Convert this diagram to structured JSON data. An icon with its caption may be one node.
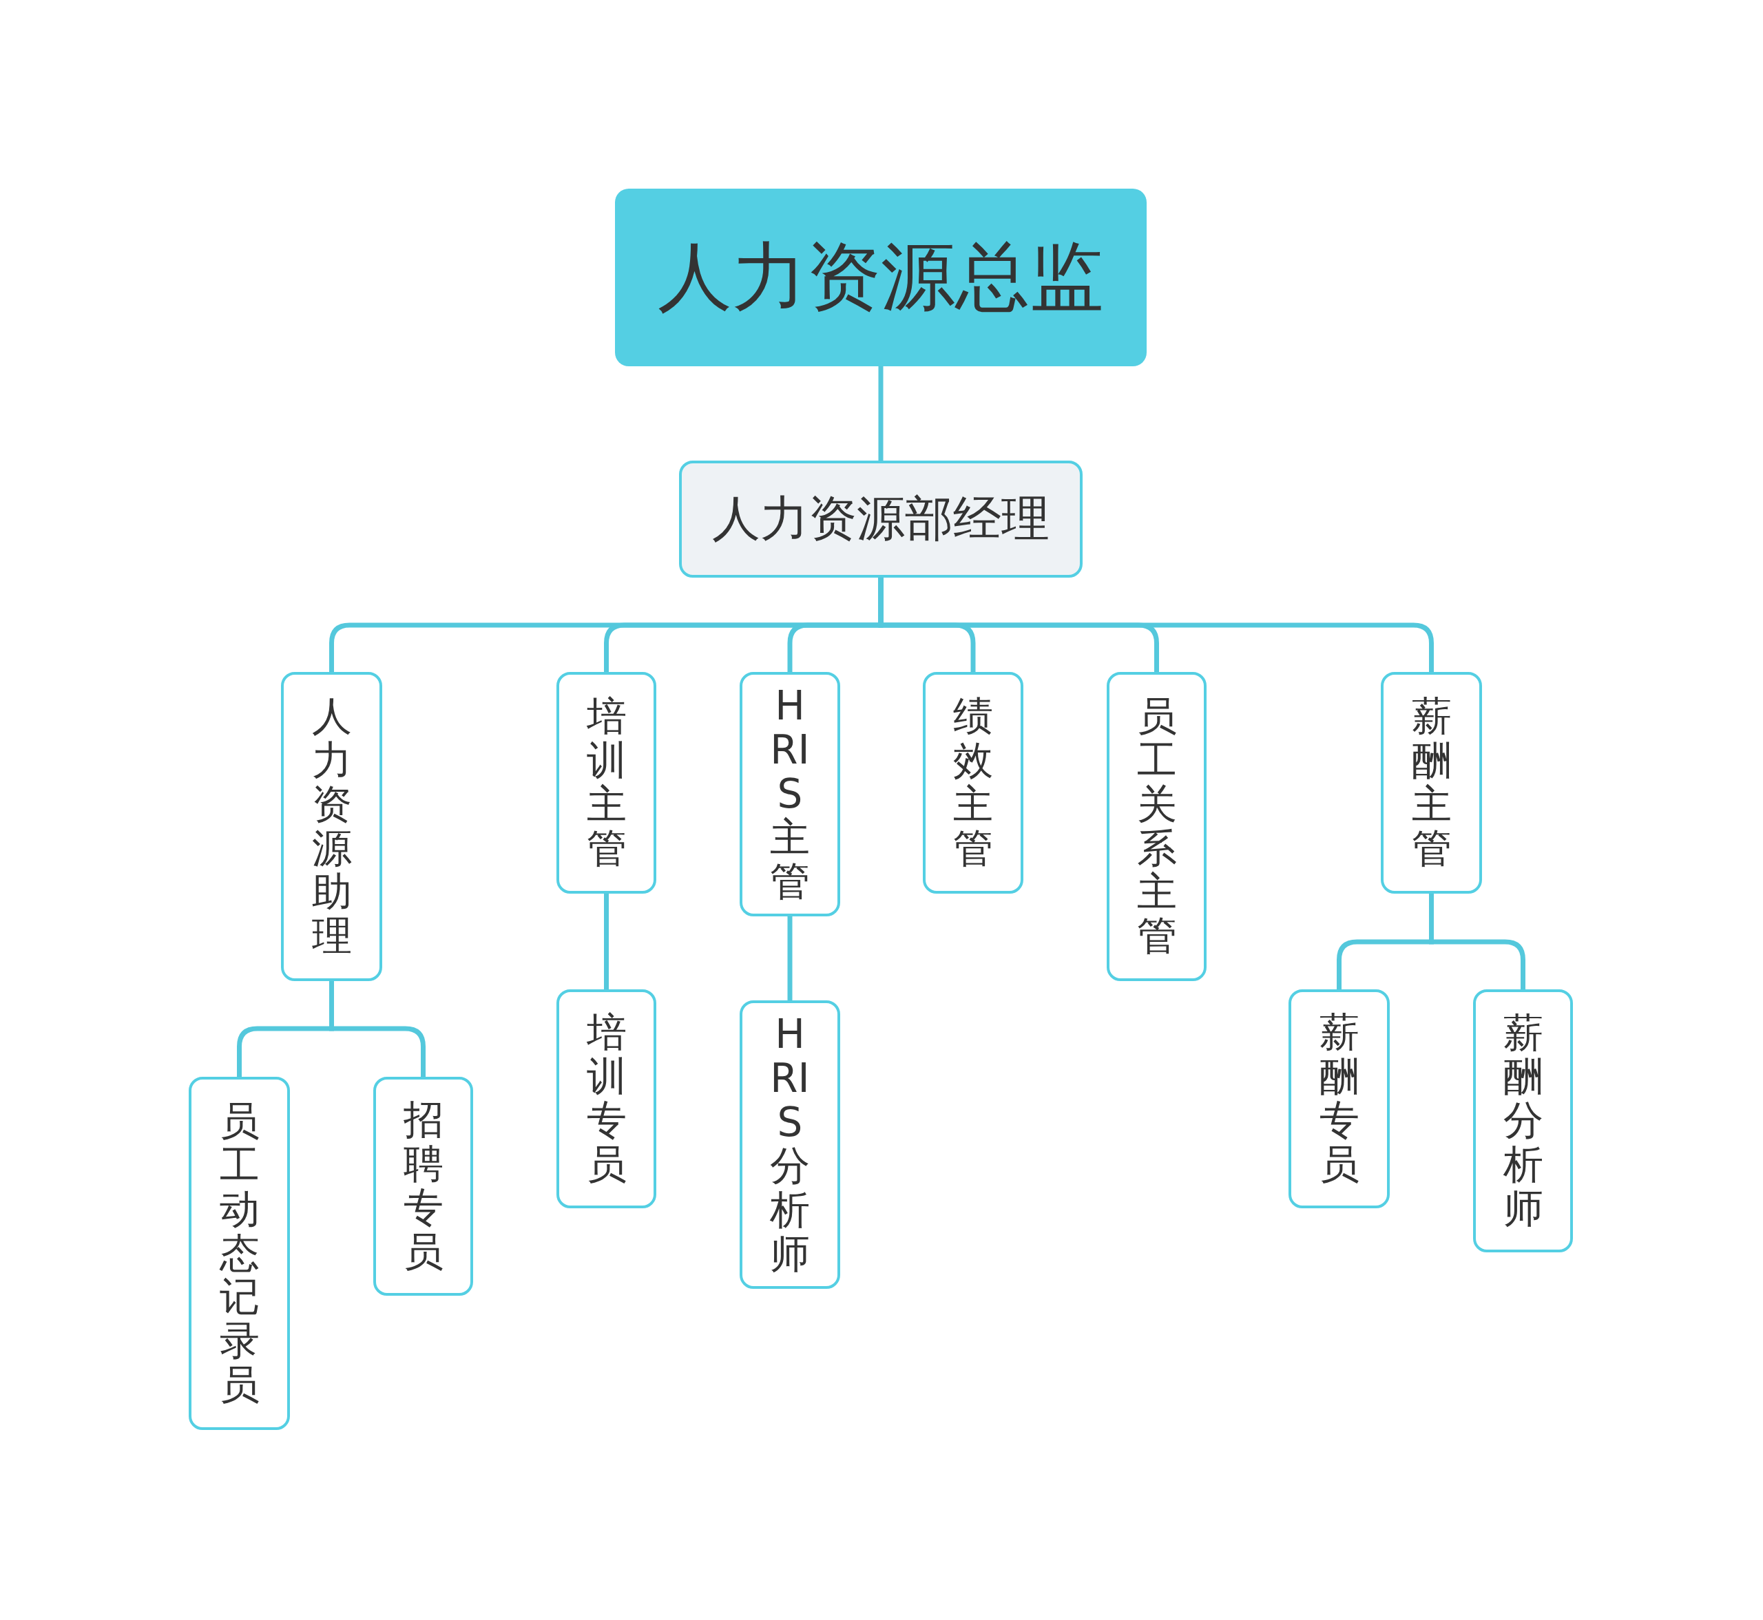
{
  "diagram": {
    "nodes": [
      {
        "text": [
          "人力资源总监"
        ]
      },
      {
        "text": [
          "人力资源部经理"
        ]
      },
      {
        "text": [
          "人力资源助理"
        ]
      },
      {
        "text": [
          "员工动态记录员"
        ]
      },
      {
        "text": [
          "招聘专员"
        ]
      },
      {
        "text": [
          "培训主管"
        ]
      },
      {
        "text": [
          "培训专员"
        ]
      },
      {
        "text": [
          "HRIS主管"
        ]
      },
      {
        "text": [
          "HRIS分析师"
        ]
      },
      {
        "text": [
          "绩效主管"
        ]
      },
      {
        "text": [
          "员工关系主管"
        ]
      },
      {
        "text": [
          "薪酬主管"
        ]
      },
      {
        "text": [
          "薪酬专员"
        ]
      },
      {
        "text": [
          "薪酬分析师"
        ]
      }
    ],
    "edges": [
      {
        "from": 0,
        "to": 1,
        "arrow": "none"
      },
      {
        "from": 1,
        "to": 2,
        "arrow": "none"
      },
      {
        "from": 1,
        "to": 5,
        "arrow": "none"
      },
      {
        "from": 1,
        "to": 7,
        "arrow": "none"
      },
      {
        "from": 1,
        "to": 9,
        "arrow": "none"
      },
      {
        "from": 1,
        "to": 10,
        "arrow": "none"
      },
      {
        "from": 1,
        "to": 11,
        "arrow": "none"
      },
      {
        "from": 2,
        "to": 3,
        "arrow": "none"
      },
      {
        "from": 2,
        "to": 4,
        "arrow": "none"
      },
      {
        "from": 5,
        "to": 6,
        "arrow": "none"
      },
      {
        "from": 7,
        "to": 8,
        "arrow": "none"
      },
      {
        "from": 11,
        "to": 12,
        "arrow": "none"
      },
      {
        "from": 11,
        "to": 13,
        "arrow": "none"
      }
    ]
  }
}
